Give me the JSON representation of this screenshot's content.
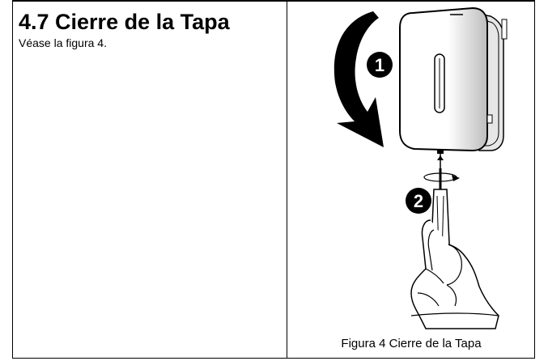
{
  "section": {
    "title": "4.7 Cierre de la Tapa",
    "text": "Véase la figura 4."
  },
  "figure": {
    "caption": "Figura 4 Cierre de la Tapa",
    "steps": [
      "1",
      "2"
    ],
    "icons": [
      "rotate-arrow-icon",
      "device-body",
      "screwdriver",
      "hand",
      "rotation-arrow-icon"
    ]
  },
  "colors": {
    "line": "#000000",
    "background": "#ffffff",
    "shade": "#d9d9d9"
  }
}
